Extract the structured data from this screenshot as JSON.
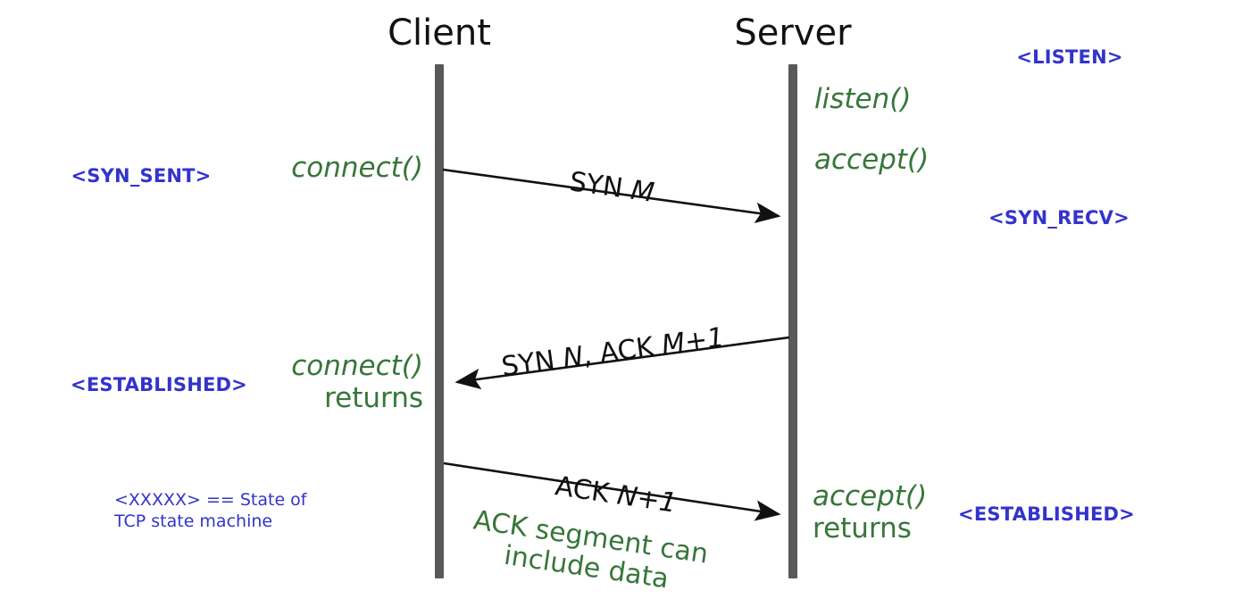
{
  "diagram": {
    "type": "sequence-diagram",
    "title": "TCP three-way handshake",
    "colors": {
      "lifeline": "#595959",
      "api_green": "#37763a",
      "state_blue": "#3333cc",
      "arrow_black": "#111111",
      "background": "#ffffff"
    }
  },
  "actors": {
    "client": "Client",
    "server": "Server"
  },
  "client_calls": {
    "connect": "connect()",
    "connect_returns": "returns"
  },
  "server_calls": {
    "listen": "listen()",
    "accept": "accept()",
    "accept_returns": "returns"
  },
  "states": {
    "listen": "<LISTEN>",
    "syn_sent": "<SYN_SENT>",
    "syn_recv": "<SYN_RECV>",
    "established_client": "<ESTABLISHED>",
    "established_server": "<ESTABLISHED>"
  },
  "messages": [
    {
      "id": "syn",
      "label_plain": "SYN ",
      "label_italic": "M",
      "direction": "client-to-server"
    },
    {
      "id": "syn-ack",
      "label_plain_1": "SYN ",
      "label_italic_1": "N",
      "label_plain_2": ", ACK ",
      "label_italic_2": "M+1",
      "direction": "server-to-client"
    },
    {
      "id": "ack",
      "label_plain": "ACK ",
      "label_italic": "N+1",
      "direction": "client-to-server",
      "note_line_1": "ACK segment can",
      "note_line_2": "include data"
    }
  ],
  "legend": {
    "line_1": "<XXXXX> == State of",
    "line_2": "TCP state machine"
  }
}
